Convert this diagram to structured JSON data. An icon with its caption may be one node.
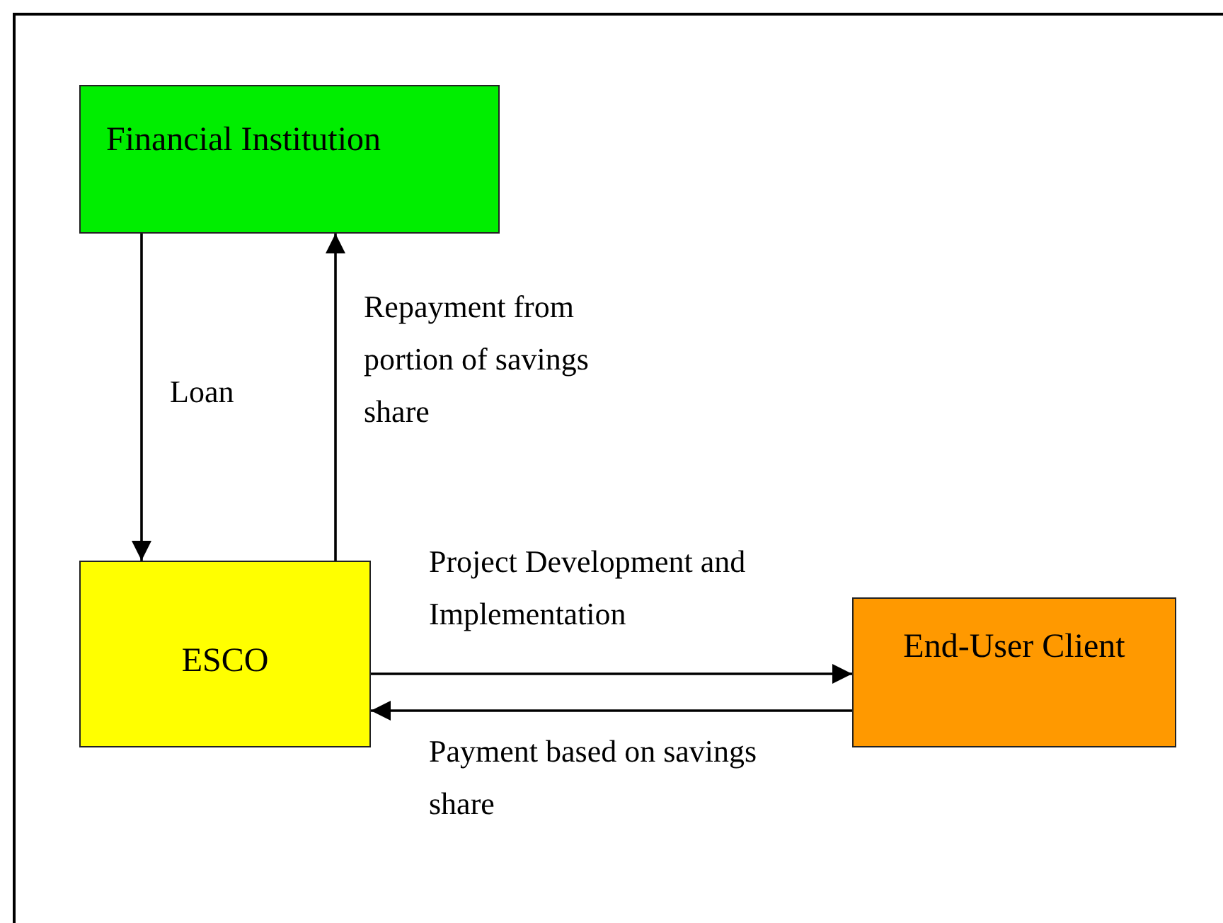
{
  "diagram": {
    "nodes": [
      {
        "text": [
          "Financial Institution"
        ]
      },
      {
        "text": [
          "ESCO"
        ]
      },
      {
        "text": [
          "End-User Client"
        ]
      }
    ],
    "edges": [
      {
        "from": 0,
        "to": 1,
        "arrow": "to",
        "label": "Loan"
      },
      {
        "from": 1,
        "to": 0,
        "arrow": "to",
        "label": "Repayment from portion of savings share"
      },
      {
        "from": 1,
        "to": 2,
        "arrow": "to",
        "label": "Project Development and Implementation"
      },
      {
        "from": 2,
        "to": 1,
        "arrow": "to",
        "label": "Payment based on savings share"
      }
    ]
  }
}
